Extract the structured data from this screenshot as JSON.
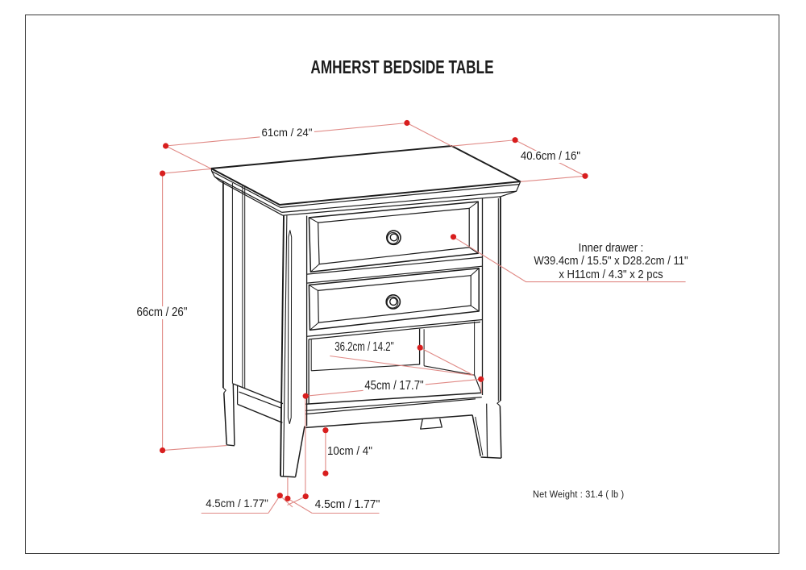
{
  "page": {
    "title": "AMHERST BEDSIDE TABLE",
    "net_weight": "Net Weight : 31.4 ( lb )"
  },
  "dimensions": {
    "width": "61cm / 24\"",
    "depth": "40.6cm / 16\"",
    "height": "66cm / 26\"",
    "inner_drawer_line1": "Inner drawer :",
    "inner_drawer_line2": "W39.4cm / 15.5\" x D28.2cm / 11\"",
    "inner_drawer_line3": "x H11cm / 4.3\" x 2 pcs",
    "shelf_clearance": "36.2cm / 14.2\"",
    "shelf_width": "45cm / 17.7\"",
    "leg_height": "10cm / 4\"",
    "foot_depth": "4.5cm / 1.77\"",
    "foot_width": "4.5cm / 1.77\""
  },
  "colors": {
    "ink": "#1d1d1d",
    "dimension_line": "#e08a86",
    "dimension_dot": "#d81e1e",
    "border": "#3a3a3a",
    "background": "#ffffff"
  }
}
